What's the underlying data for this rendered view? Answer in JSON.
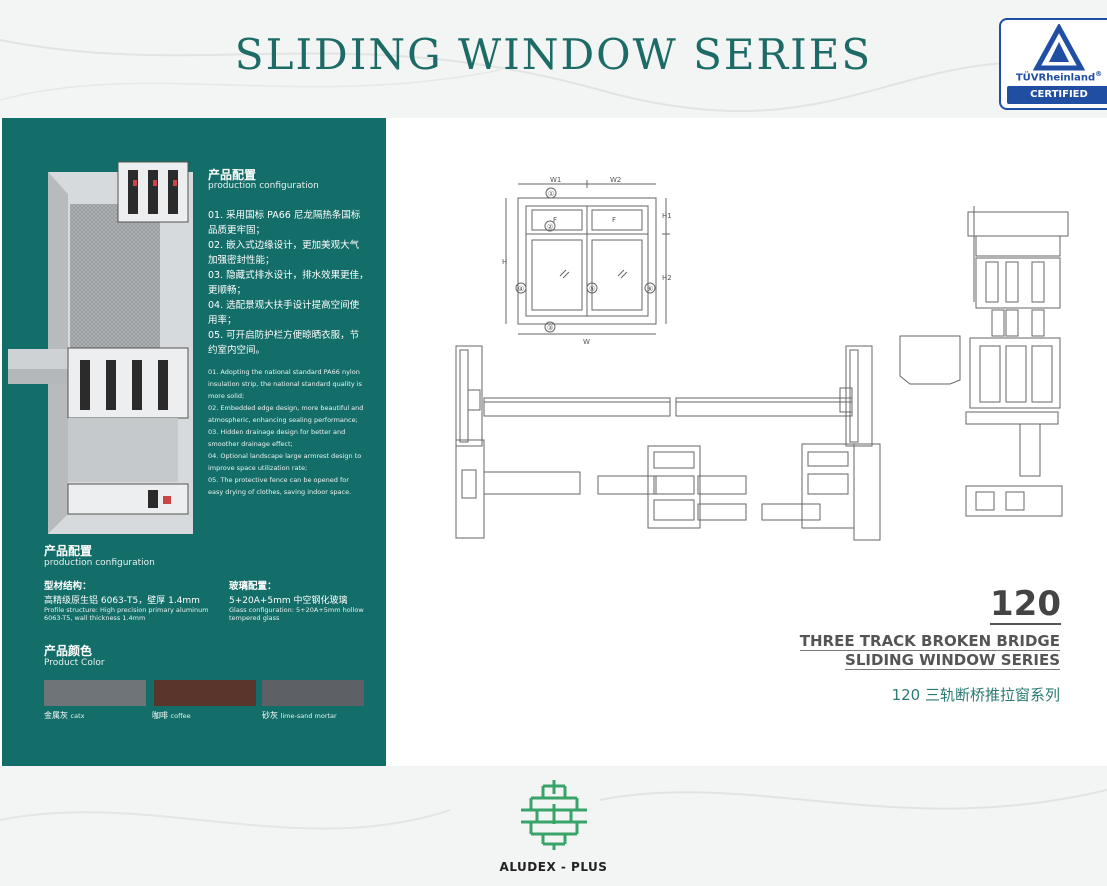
{
  "page": {
    "title": "SLIDING WINDOW SERIES"
  },
  "badge": {
    "brand": "TÜVRheinland",
    "status": "CERTIFIED",
    "reg": "®"
  },
  "panel": {
    "config_heading_cn": "产品配置",
    "config_heading_en": "production configuration",
    "features_cn": [
      "01. 采用国标 PA66 尼龙隔热条国标",
      "品质更牢固；",
      "02. 嵌入式边缘设计，更加美观大气",
      "加强密封性能；",
      "03. 隐藏式排水设计，排水效果更佳，",
      "更顺畅；",
      "04. 选配景观大扶手设计提高空间使",
      "用率；",
      "05. 可开启防护栏方便晾晒衣服，节",
      "约室内空间。"
    ],
    "features_en": [
      "01. Adopting the national standard PA66 nylon",
      "insulation strip, the national standard quality is",
      "more solid;",
      "02. Embedded edge design, more beautiful and",
      "atmospheric, enhancing sealing performance;",
      "03. Hidden drainage design for better and",
      "smoother drainage effect;",
      "04. Optional landscape large armrest design to",
      "improve space utilization rate;",
      "05. The protective fence can be opened for",
      "easy drying of clothes, saving indoor space."
    ],
    "config2_heading_cn": "产品配置",
    "config2_heading_en": "production configuration",
    "profile_label": "型材结构：",
    "profile_value": "高精级原生铝 6063-T5，壁厚 1.4mm",
    "profile_en": "Profile structure: High precision primary aluminum 6063-T5, wall thickness 1.4mm",
    "glass_label": "玻璃配置：",
    "glass_value": "5+20A+5mm 中空钢化玻璃",
    "glass_en": "Glass configuration: 5+20A+5mm hollow tempered glass",
    "color_heading_cn": "产品颜色",
    "color_heading_en": "Product Color",
    "colors": [
      {
        "cn": "金属灰",
        "en": "catx",
        "hex": "#6f7478"
      },
      {
        "cn": "咖啡",
        "en": "coffee",
        "hex": "#5a352b"
      },
      {
        "cn": "砂灰",
        "en": "lime-sand mortar",
        "hex": "#5d6166"
      }
    ]
  },
  "drawing_labels": {
    "w1": "W1",
    "w2": "W2",
    "w": "W",
    "h": "H",
    "h1": "H1",
    "h2": "H2",
    "f": "F",
    "c1": "①",
    "c2": "②",
    "c3": "③",
    "c4": "④",
    "c5": "⑤",
    "c6": "⑥"
  },
  "model": {
    "number": "120",
    "line1": "THREE TRACK BROKEN BRIDGE",
    "line2": "SLIDING WINDOW SERIES",
    "cn": "120 三轨断桥推拉窗系列"
  },
  "footer": {
    "company": "ALUDEX - PLUS"
  },
  "colors": {
    "accent": "#1c6b66",
    "panel": "#136d68",
    "tuv_blue": "#1f4ea3"
  }
}
